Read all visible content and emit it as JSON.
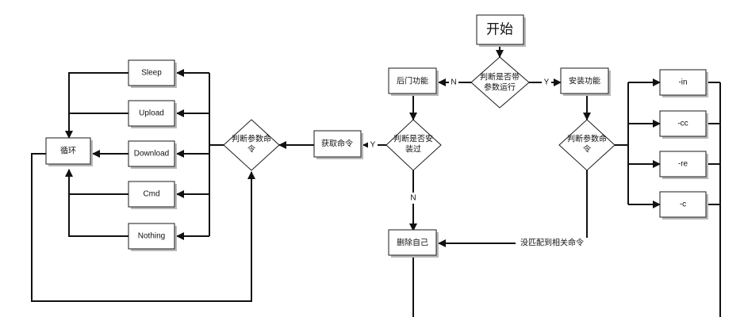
{
  "nodes": {
    "start": "开始",
    "check_params_run": [
      "判断是否带",
      "参数运行"
    ],
    "backdoor_func": "后门功能",
    "install_func": "安装功能",
    "check_installed": [
      "判断是否安",
      "装过"
    ],
    "get_command": "获取命令",
    "check_param_cmd_left": [
      "判断参数命",
      "令"
    ],
    "check_param_cmd_right": [
      "判断参数命",
      "令"
    ],
    "loop": "循环",
    "sleep": "Sleep",
    "upload": "Upload",
    "download": "Download",
    "cmd": "Cmd",
    "nothing": "Nothing",
    "opt_in": "-in",
    "opt_cc": "-cc",
    "opt_re": "-re",
    "opt_c": "-c",
    "delete_self": "删除自己"
  },
  "edge_labels": {
    "no": "N",
    "yes": "Y",
    "no_match": "没匹配到相关命令"
  }
}
